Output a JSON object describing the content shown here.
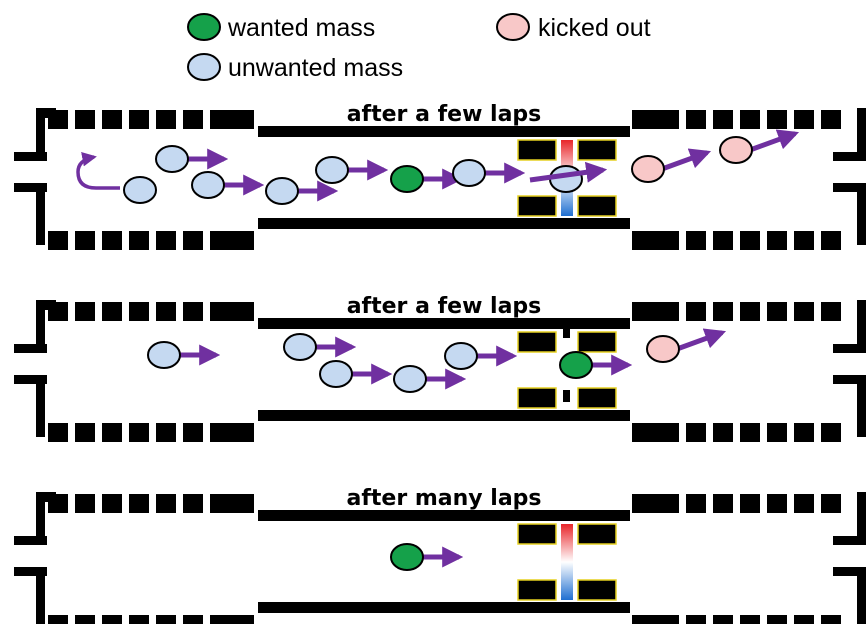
{
  "colors": {
    "wanted": "#15a14a",
    "unwanted": "#c5d9f1",
    "kicked": "#f8c8c8",
    "arrow": "#7030a0",
    "wall": "#000000",
    "gate_outline": "#e6d020",
    "gate_red": "#e8262a",
    "gate_blue": "#1f6fd1"
  },
  "legend": {
    "wanted": "wanted mass",
    "unwanted": "unwanted mass",
    "kicked": "kicked out"
  },
  "panels": [
    {
      "title": "after a few laps"
    },
    {
      "title": "after a few laps"
    },
    {
      "title": "after many laps"
    }
  ]
}
